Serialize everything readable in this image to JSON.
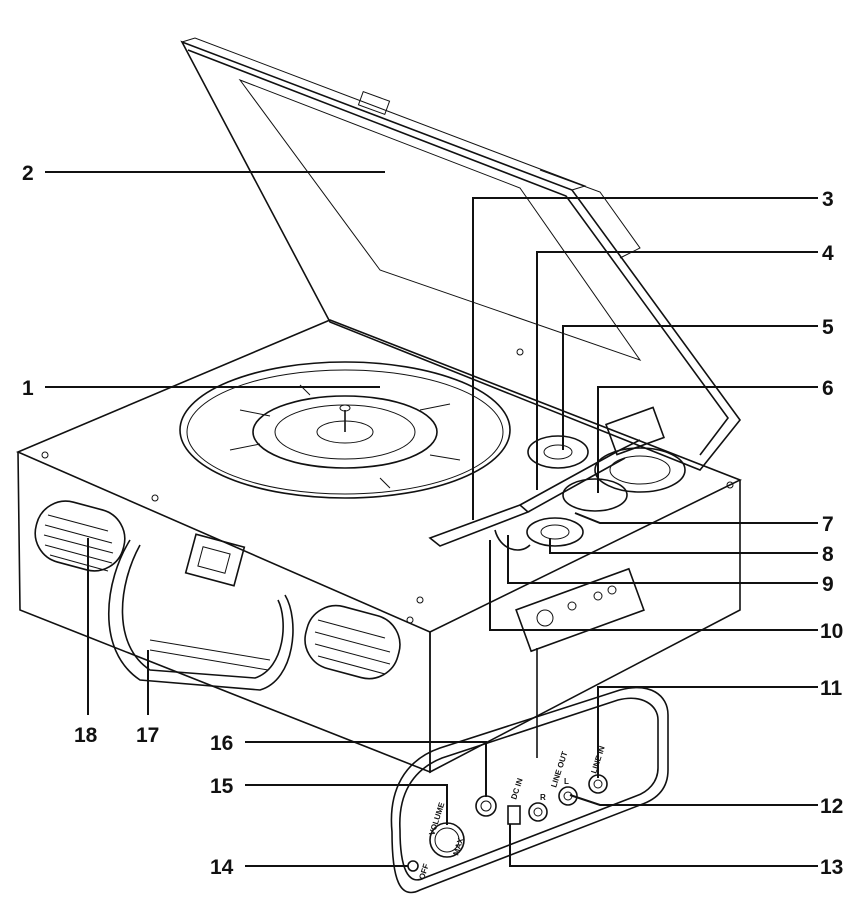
{
  "callouts": [
    {
      "num": "1"
    },
    {
      "num": "2"
    },
    {
      "num": "3"
    },
    {
      "num": "4"
    },
    {
      "num": "5"
    },
    {
      "num": "6"
    },
    {
      "num": "7"
    },
    {
      "num": "8"
    },
    {
      "num": "9"
    },
    {
      "num": "10"
    },
    {
      "num": "11"
    },
    {
      "num": "12"
    },
    {
      "num": "13"
    },
    {
      "num": "14"
    },
    {
      "num": "15"
    },
    {
      "num": "16"
    },
    {
      "num": "17"
    },
    {
      "num": "18"
    }
  ],
  "panel": {
    "volume": "VOLUME",
    "max": "MAX",
    "off": "OFF",
    "dc_in": "DC IN",
    "line_out": "LINE OUT",
    "r": "R",
    "l": "L",
    "line_in": "LINE IN"
  },
  "colors": {
    "line": "#111111",
    "background": "#ffffff"
  }
}
